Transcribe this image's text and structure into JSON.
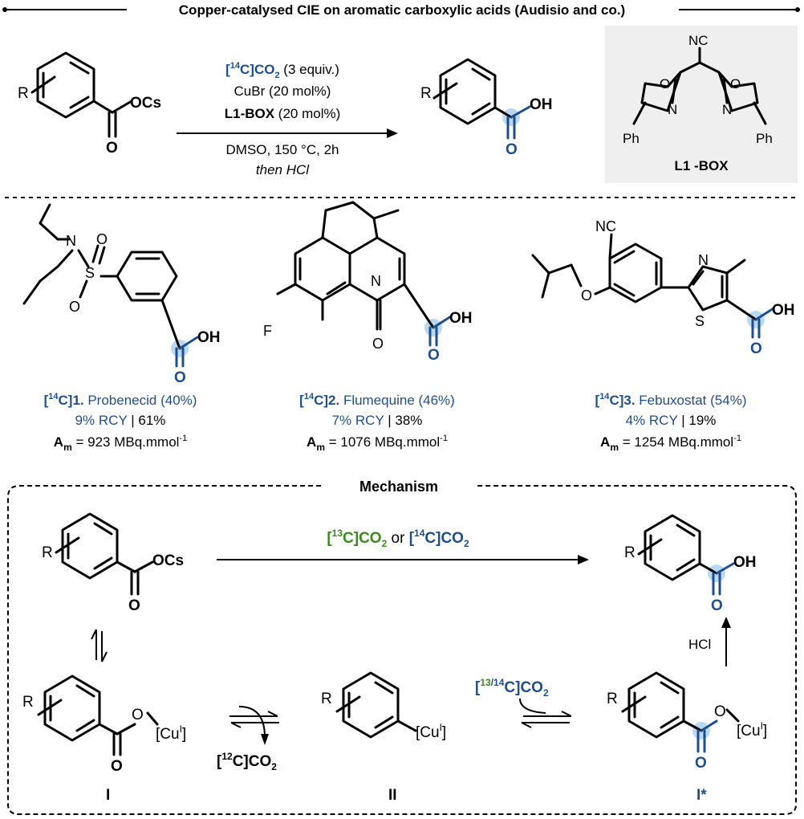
{
  "title": "Copper-catalysed CIE on aromatic carboxylic acids (Audisio and co.)",
  "colors": {
    "blue": "#1f4e8c",
    "green": "#3a8a1f",
    "highlight": "#b9d9f2",
    "panel": "#efefef"
  },
  "reaction": {
    "reagent1_iso": "14",
    "reagent1_a": "[",
    "reagent1_b": "C]CO",
    "reagent1_sub": "2",
    "reagent1_rest": " (3 equiv.)",
    "reagent2": "CuBr (20 mol%)",
    "reagent3_bold": "L1-BOX",
    "reagent3_rest": " (20 mol%)",
    "cond1": "DMSO, 150 °C, 2h",
    "cond2": "then HCl",
    "sm_R": "R",
    "sm_OCs": "OCs",
    "sm_O": "O",
    "prod_R": "R",
    "prod_OH": "OH",
    "prod_O": "O"
  },
  "ligand": {
    "label": "L1 -BOX",
    "NC": "NC",
    "O1": "O",
    "O2": "O",
    "N1": "N",
    "N2": "N",
    "Ph1": "Ph",
    "Ph2": "Ph"
  },
  "compounds": [
    {
      "iso": "14",
      "num": "1.",
      "name": " Probenecid (40%)",
      "rcy": "9% RCY",
      "sep": " | ",
      "yield2": "61%",
      "am_label": "A",
      "am_sub": "m",
      "am_value": " = 923 MBq.mmol",
      "am_exp": "-1",
      "N": "N",
      "S": "S",
      "O1": "O",
      "O2": "O",
      "OH": "OH",
      "Oc": "O"
    },
    {
      "iso": "14",
      "num": "2.",
      "name": " Flumequine (46%)",
      "rcy": "7% RCY",
      "sep": " | ",
      "yield2": "38%",
      "am_label": "A",
      "am_sub": "m",
      "am_value": " = 1076 MBq.mmol",
      "am_exp": "-1",
      "N": "N",
      "F": "F",
      "Ok": "O",
      "OH": "OH",
      "Oc": "O"
    },
    {
      "iso": "14",
      "num": "3.",
      "name": " Febuxostat (54%)",
      "rcy": "4% RCY",
      "sep": " | ",
      "yield2": "19%",
      "am_label": "A",
      "am_sub": "m",
      "am_value": " = 1254 MBq.mmol",
      "am_exp": "-1",
      "NC": "NC",
      "O": "O",
      "N": "N",
      "S": "S",
      "OH": "OH",
      "Oc": "O"
    }
  ],
  "mechanism": {
    "title": "Mechanism",
    "top_g_iso": "13",
    "top_b_iso": "14",
    "top_bracket": "[",
    "top_C": "C]CO",
    "top_sub": "2",
    "top_or": " or ",
    "sm_R": "R",
    "sm_OCs": "OCs",
    "sm_O": "O",
    "prod_R": "R",
    "prod_OH": "OH",
    "prod_O": "O",
    "hcl": "HCl",
    "I_label": "I",
    "I_R": "R",
    "I_O1": "O",
    "I_O2": "O",
    "I_cu": "[Cu",
    "I_cu_sup": "I",
    "I_cu_end": "]",
    "co2_out_iso": "12",
    "co2_out_C": "C]CO",
    "co2_out_sub": "2",
    "II_label": "II",
    "II_R": "R",
    "II_cu": "[Cu",
    "II_cu_sup": "I",
    "II_cu_end": "]",
    "co2_in_iso_a": "13",
    "co2_in_slash": "/",
    "co2_in_iso_b": "14",
    "co2_in_C": "C]CO",
    "co2_in_sub": "2",
    "Istar_label": "I*",
    "Istar_R": "R",
    "Istar_O1": "O",
    "Istar_O2": "O",
    "Istar_cu": "[Cu",
    "Istar_cu_sup": "I",
    "Istar_cu_end": "]"
  }
}
